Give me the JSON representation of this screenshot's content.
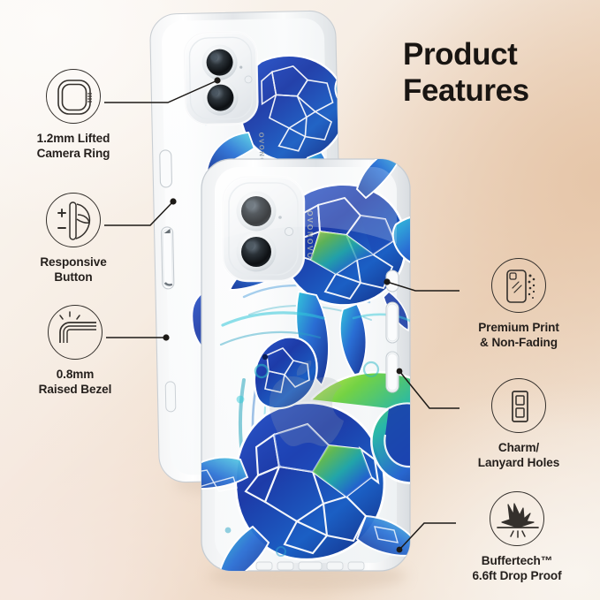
{
  "page": {
    "title_text": "Product\nFeatures",
    "background_colors": {
      "top_left": "#fbf8f4",
      "right_warm": "#e6c6a9",
      "bottom_left": "#f6e8e0",
      "bottom_right": "#f9f4ee"
    },
    "ink_color": "#34302c"
  },
  "product": {
    "brand_text": "OVONOVO",
    "artwork_name": "blue sea turtle watercolor print",
    "case_type": "clear phone case",
    "artwork_colors": {
      "deep_blue": "#1a38a8",
      "mid_blue": "#2f6fd0",
      "cyan": "#35c9d8",
      "teal": "#19a79b",
      "green": "#6fd13f",
      "yellow_green": "#cbe34a",
      "outline_white": "#ffffff"
    }
  },
  "features": [
    {
      "id": "camera-ring",
      "icon": "camera-ring-icon",
      "label": "1.2mm Lifted\nCamera Ring"
    },
    {
      "id": "responsive-button",
      "icon": "responsive-button-icon",
      "label": "Responsive\nButton"
    },
    {
      "id": "raised-bezel",
      "icon": "raised-bezel-icon",
      "label": "0.8mm\nRaised Bezel"
    },
    {
      "id": "premium-print",
      "icon": "premium-print-icon",
      "label": "Premium Print\n& Non-Fading"
    },
    {
      "id": "charm-lanyard",
      "icon": "charm-holes-icon",
      "label": "Charm/\nLanyard Holes"
    },
    {
      "id": "drop-proof",
      "icon": "drop-impact-icon",
      "label": "Buffertech™\n6.6ft Drop Proof"
    }
  ]
}
